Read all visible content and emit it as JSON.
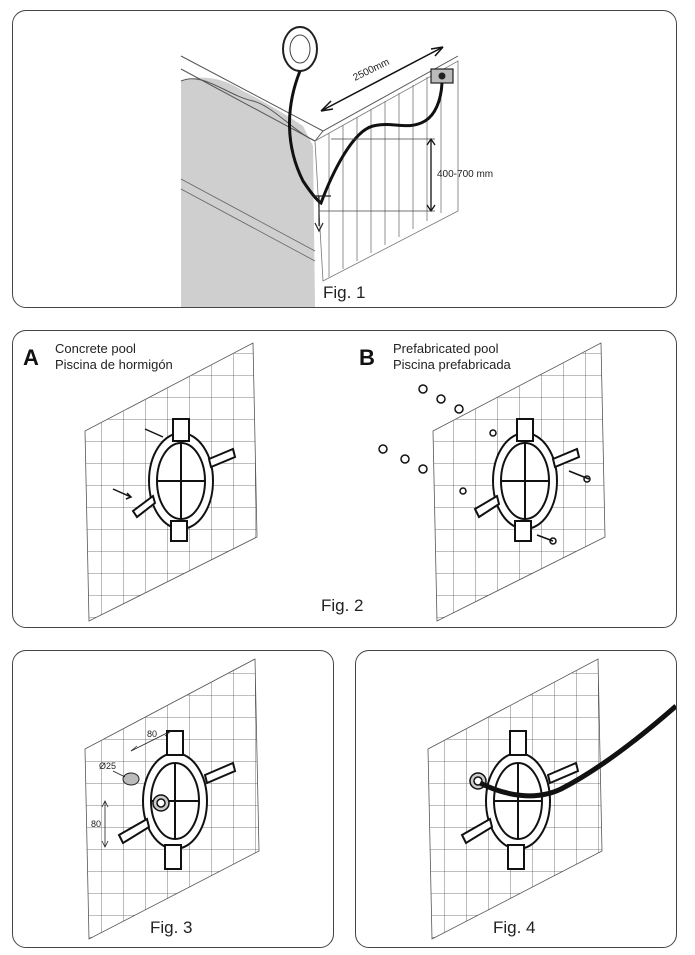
{
  "fig1": {
    "caption": "Fig. 1",
    "dim_horizontal": "2500mm",
    "dim_vertical": "400-700 mm"
  },
  "fig2": {
    "caption": "Fig. 2",
    "a": {
      "letter": "A",
      "line1": "Concrete pool",
      "line2": "Piscina de hormigón"
    },
    "b": {
      "letter": "B",
      "line1": "Prefabricated pool",
      "line2": "Piscina prefabricada"
    }
  },
  "fig3": {
    "caption": "Fig. 3",
    "dim_top": "80",
    "dim_side": "80",
    "dim_diameter": "Ø25"
  },
  "fig4": {
    "caption": "Fig. 4"
  }
}
